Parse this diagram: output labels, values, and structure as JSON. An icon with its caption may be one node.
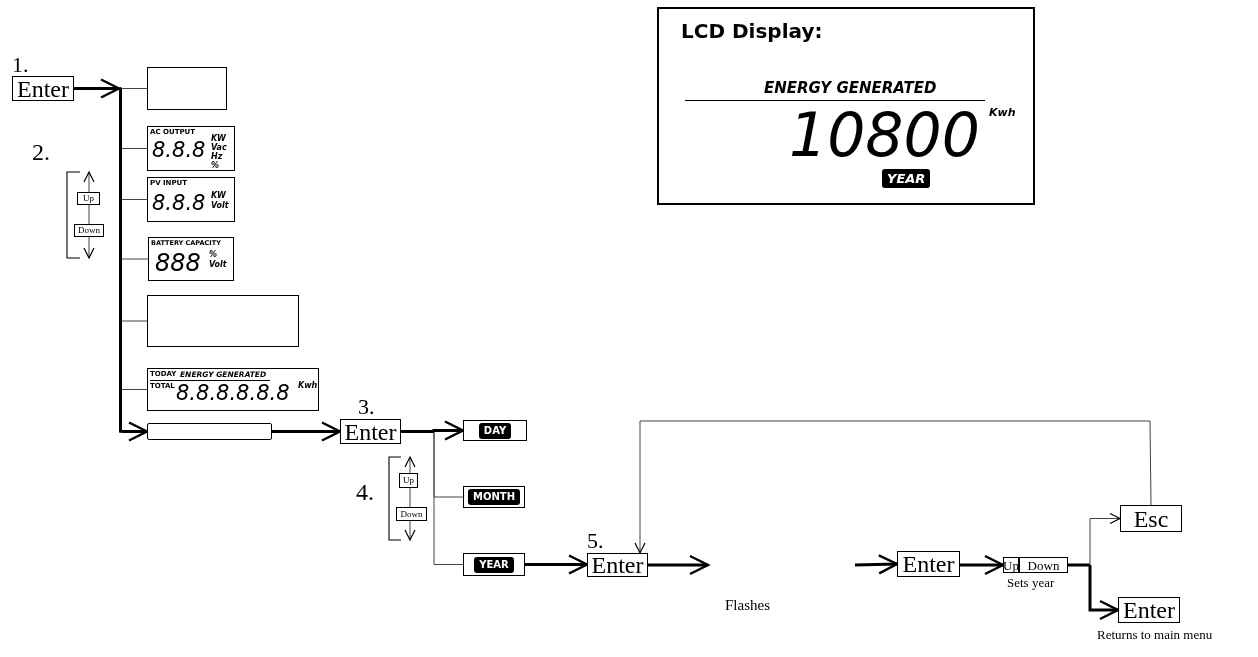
{
  "diagram": {
    "nodes": [
      {
        "text": [
          "Enter"
        ],
        "beside": [
          "1."
        ]
      },
      {
        "text": [],
        "shape": "box"
      },
      {
        "text": [
          "Up"
        ]
      },
      {
        "text": [
          "Down"
        ]
      },
      {
        "text": [
          "AC OUTPUT",
          "8.8.8",
          "KW",
          "Vac",
          "Hz",
          "%"
        ]
      },
      {
        "text": [
          "PV INPUT",
          "8.8.8",
          "KW",
          "Volt"
        ]
      },
      {
        "text": [
          "BATTERY CAPACITY",
          "888",
          "%",
          "Volt"
        ]
      },
      {
        "text": [],
        "shape": "box"
      },
      {
        "text": [
          "TODAY",
          "ENERGY GENERATED",
          "TOTAL",
          "8.8.8.8.8.8",
          "Kwh"
        ]
      },
      {
        "text": [],
        "shape": "bar"
      },
      {
        "text": [
          "Enter"
        ],
        "beside": [
          "3."
        ]
      },
      {
        "text": [
          "DAY"
        ]
      },
      {
        "text": [
          "Up"
        ]
      },
      {
        "text": [
          "Down"
        ]
      },
      {
        "text": [
          "MONTH"
        ]
      },
      {
        "text": [
          "YEAR"
        ]
      },
      {
        "text": [
          "Enter"
        ],
        "beside": [
          "5."
        ]
      },
      {
        "text": [
          "Enter"
        ]
      },
      {
        "text": [
          "Up"
        ]
      },
      {
        "text": [
          "Down"
        ]
      },
      {
        "text": [
          "Esc"
        ]
      },
      {
        "text": [
          "Enter"
        ],
        "beside": [
          "Returns to main menu"
        ]
      },
      {
        "text": [
          "LCD Display:",
          "ENERGY GENERATED",
          "10800",
          "Kwh",
          "YEAR"
        ]
      },
      {
        "text": [],
        "shape": "bar"
      }
    ],
    "edges": [
      {
        "from": 9,
        "to": 1,
        "arrow": "none"
      },
      {
        "from": 9,
        "to": 4,
        "arrow": "none"
      },
      {
        "from": 9,
        "to": 5,
        "arrow": "none"
      },
      {
        "from": 9,
        "to": 6,
        "arrow": "none"
      },
      {
        "from": 9,
        "to": 7,
        "arrow": "none"
      },
      {
        "from": 9,
        "to": 8,
        "arrow": "none"
      },
      {
        "from": 9,
        "to": 23,
        "arrow": "to",
        "style": "thick"
      },
      {
        "from": 23,
        "to": 10,
        "arrow": "to",
        "style": "thick"
      },
      {
        "from": 10,
        "to": 11,
        "arrow": "to",
        "style": "thick"
      },
      {
        "from": 10,
        "to": 14,
        "arrow": "none"
      },
      {
        "from": 10,
        "to": 15,
        "arrow": "none"
      },
      {
        "from": 15,
        "to": 16,
        "arrow": "to",
        "style": "thick"
      },
      {
        "from": 16,
        "to": null,
        "arrow": "to",
        "style": "thick"
      },
      {
        "from": null,
        "to": 17,
        "arrow": "to",
        "style": "thick"
      },
      {
        "from": 17,
        "to": 18,
        "arrow": "to",
        "style": "thick"
      },
      {
        "from": 19,
        "to": 20,
        "arrow": "to"
      },
      {
        "from": 19,
        "to": 21,
        "arrow": "to",
        "style": "thick"
      },
      {
        "from": 20,
        "to": 16,
        "arrow": "to"
      },
      {
        "from": 0,
        "to": 9,
        "arrow": "to",
        "style": "thick"
      },
      {
        "from": 2,
        "to": null,
        "arrow": "to"
      },
      {
        "from": 2,
        "to": 3,
        "arrow": "none"
      },
      {
        "from": 3,
        "to": null,
        "arrow": "to"
      },
      {
        "from": 12,
        "to": null,
        "arrow": "to"
      },
      {
        "from": 12,
        "to": 13,
        "arrow": "none"
      },
      {
        "from": 13,
        "to": null,
        "arrow": "to"
      }
    ],
    "labels": [
      "2.",
      "4.",
      "Flashes",
      "Sets year"
    ]
  }
}
